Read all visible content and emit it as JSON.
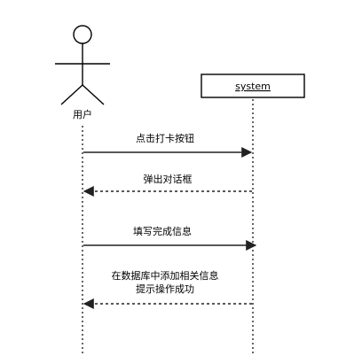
{
  "actor": {
    "label": "用户"
  },
  "system": {
    "label": "system"
  },
  "messages": [
    {
      "lines": [
        "点击打卡按钮"
      ],
      "direction": "to-system",
      "style": "solid"
    },
    {
      "lines": [
        "弹出对话框"
      ],
      "direction": "to-actor",
      "style": "dashed"
    },
    {
      "lines": [
        "填写完成信息"
      ],
      "direction": "to-system",
      "style": "solid"
    },
    {
      "lines": [
        "在数据库中添加相关信息",
        "提示操作成功"
      ],
      "direction": "to-actor",
      "style": "dashed"
    }
  ]
}
